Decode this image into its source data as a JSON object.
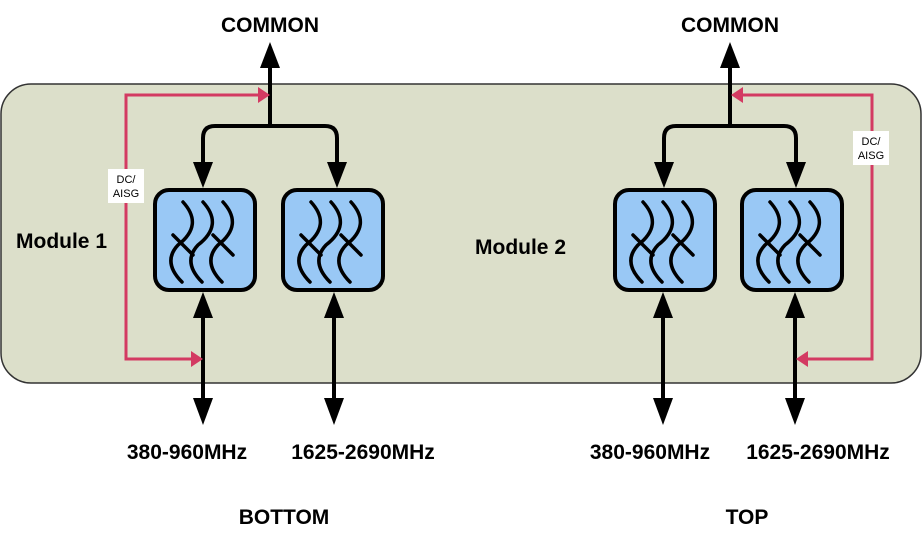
{
  "colors": {
    "panel_fill": "#dcdfca",
    "panel_stroke": "#333333",
    "filter_fill": "#99c8f5",
    "line": "#000000",
    "dc_line": "#d33a62"
  },
  "modules": [
    {
      "name": "Module 1",
      "common_label": "COMMON",
      "position_label": "BOTTOM",
      "dc_label_line1": "DC/",
      "dc_label_line2": "AISG",
      "ports": [
        {
          "band": "380-960MHz",
          "filter_icon": "filter-icon"
        },
        {
          "band": "1625-2690MHz",
          "filter_icon": "filter-icon"
        }
      ]
    },
    {
      "name": "Module 2",
      "common_label": "COMMON",
      "position_label": "TOP",
      "dc_label_line1": "DC/",
      "dc_label_line2": "AISG",
      "ports": [
        {
          "band": "380-960MHz",
          "filter_icon": "filter-icon"
        },
        {
          "band": "1625-2690MHz",
          "filter_icon": "filter-icon"
        }
      ]
    }
  ]
}
